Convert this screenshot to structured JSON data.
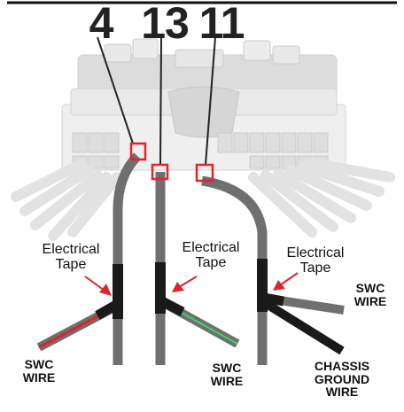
{
  "pins": {
    "left": "4",
    "center": "13",
    "right": "11"
  },
  "tape_labels": {
    "left": {
      "line1": "Electrical",
      "line2": "Tape"
    },
    "center": {
      "line1": "Electrical",
      "line2": "Tape"
    },
    "right": {
      "line1": "Electrical",
      "line2": "Tape"
    }
  },
  "wire_labels": {
    "left_swc": {
      "line1": "SWC",
      "line2": "WIRE"
    },
    "center_swc": {
      "line1": "SWC",
      "line2": "WIRE"
    },
    "right_swc": {
      "line1": "SWC",
      "line2": "WIRE"
    },
    "chassis": {
      "line1": "CHASSIS",
      "line2": "GROUND",
      "line3": "WIRE"
    }
  },
  "colors": {
    "wire_gray": "#6f6f6f",
    "tape_black": "#1a1a1a",
    "pin_highlight": "#e0252b",
    "stripe_red": "#d8262c",
    "stripe_green": "#2fae4b",
    "connector_body": "#e4e4e4",
    "callout_line": "#222222"
  }
}
